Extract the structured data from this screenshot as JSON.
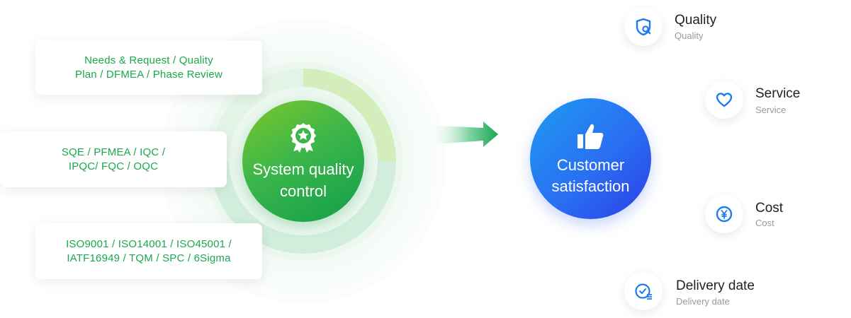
{
  "cards": [
    {
      "lines": [
        "Needs & Request /  Quality",
        "Plan / DFMEA / Phase Review"
      ]
    },
    {
      "lines": [
        "SQE / PFMEA / IQC /",
        "IPQC/ FQC / OQC"
      ]
    },
    {
      "lines": [
        "ISO9001 / ISO14001 / ISO45001 /",
        "IATF16949 / TQM / SPC / 6Sigma"
      ]
    }
  ],
  "center": {
    "lines": [
      "System quality",
      "control"
    ],
    "icon": "award-star-icon"
  },
  "outcome": {
    "lines": [
      "Customer",
      "satisfaction"
    ],
    "icon": "thumbs-up-icon"
  },
  "metrics": [
    {
      "title": "Quality",
      "subtitle": "Quality",
      "icon": "shield-search-icon"
    },
    {
      "title": "Service",
      "subtitle": "Service",
      "icon": "heart-icon"
    },
    {
      "title": "Cost",
      "subtitle": "Cost",
      "icon": "yen-coin-icon"
    },
    {
      "title": "Delivery date",
      "subtitle": "Delivery date",
      "icon": "clock-calendar-icon"
    }
  ],
  "colors": {
    "green": "#19a84d",
    "blue": "#2a6ff2",
    "icon_blue": "#1e7bf0"
  }
}
